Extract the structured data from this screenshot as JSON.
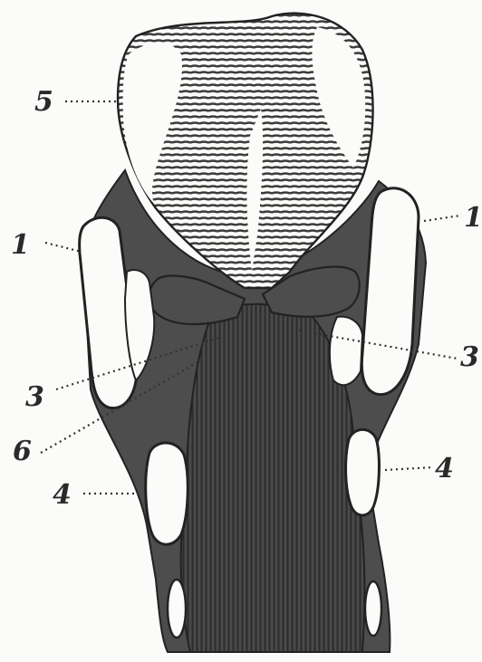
{
  "figure": {
    "labels": {
      "five": "5",
      "one_left": "1",
      "one_right": "1",
      "three_left": "3",
      "three_right": "3",
      "six": "6",
      "four_left": "4",
      "four_right": "4"
    },
    "colors": {
      "ink": "#333333",
      "paper": "#fbfbf9"
    }
  }
}
